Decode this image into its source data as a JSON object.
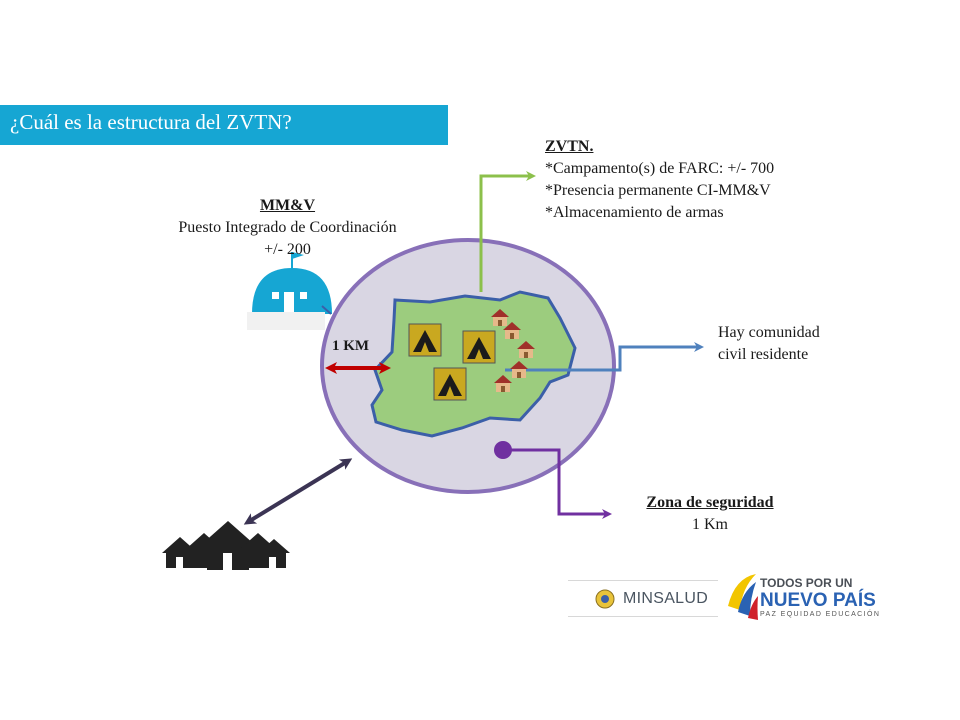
{
  "title": "¿Cuál es la estructura del ZVTN?",
  "zvtn": {
    "heading": "ZVTN.",
    "lines": [
      "*Campamento(s) de FARC: +/- 700",
      "*Presencia permanente CI-MM&V",
      "*Almacenamiento de armas"
    ]
  },
  "mmv": {
    "heading": "MM&V",
    "line1": "Puesto Integrado de Coordinación",
    "line2": "+/- 200"
  },
  "km_label": "1 KM",
  "comunidad": {
    "line1": "Hay comunidad",
    "line2": "civil residente"
  },
  "zona": {
    "heading": "Zona de seguridad",
    "value": "1 Km"
  },
  "logos": {
    "minsalud": "MINSALUD",
    "tpu_line1": "TODOS POR UN",
    "tpu_line2": "NUEVO PAÍS",
    "tpu_line3": "PAZ EQUIDAD EDUCACIÓN"
  },
  "colors": {
    "title_bar": "#16a6d3",
    "circle_fill": "#d9d6e3",
    "circle_stroke": "#8870b8",
    "zone_fill": "#9ccc7e",
    "zone_stroke": "#3b5fa8",
    "arrow_green": "#8cc04b",
    "arrow_blue": "#4f81bd",
    "arrow_purple": "#7030a0",
    "arrow_red": "#c00000",
    "arrow_dark": "#3b3454"
  },
  "icons": {
    "tent": "tent-icon",
    "house": "house-icon",
    "shelter": "shelter-icon",
    "town": "town-icon"
  }
}
